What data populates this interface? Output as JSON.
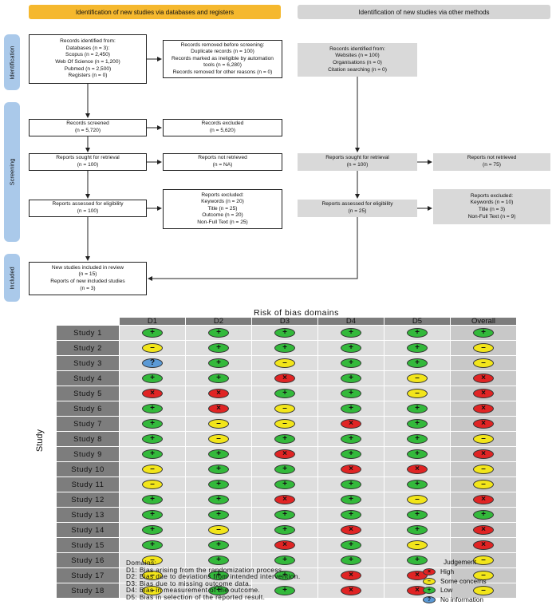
{
  "prisma": {
    "header_databases": "Identification of new studies via databases and registers",
    "header_other": "Identification of new studies via other methods",
    "side_identification": "Identification",
    "side_screening": "Screening",
    "side_included": "Included",
    "db_records": [
      "Records identified from:",
      "Databases (n = 3):",
      "Scopus (n = 2,450)",
      "Web Of Science (n = 1,200)",
      "Pubmed (n = 2,500)",
      "Registers (n = 0)"
    ],
    "removed": [
      "Records removed before screening:",
      "Duplicate records (n = 100)",
      "Records marked as ineligible by automation",
      "tools (n = 6,280)",
      "Records removed for other reasons (n = 0)"
    ],
    "screened": [
      "Records screened",
      "(n = 5,720)"
    ],
    "excluded": [
      "Records excluded",
      "(n = 5,620)"
    ],
    "sought": [
      "Reports sought for retrieval",
      "(n = 100)"
    ],
    "not_retrieved": [
      "Reports not retrieved",
      "(n = NA)"
    ],
    "assessed": [
      "Reports assessed for eligibility",
      "(n = 100)"
    ],
    "reports_excluded": [
      "Reports excluded:",
      "Keywords (n = 20)",
      "Title (n = 25)",
      "Outcome (n = 20)",
      "Non-Full Text (n = 25)"
    ],
    "included": [
      "New studies included in review",
      "(n = 15)",
      "Reports of new included studies",
      "(n = 3)"
    ],
    "other_records": [
      "Records identified from:",
      "Websites (n = 100)",
      "Organisations (n = 0)",
      "Citation searching (n = 0)"
    ],
    "other_sought": [
      "Reports sought for retrieval",
      "(n = 100)"
    ],
    "other_not_retrieved": [
      "Reports not retrieved",
      "(n = 75)"
    ],
    "other_assessed": [
      "Reports assessed for eligibility",
      "(n = 25)"
    ],
    "other_excluded": [
      "Reports excluded:",
      "Keywords (n = 10)",
      "Title (n = 3)",
      "Non-Full Text (n = 9)"
    ]
  },
  "rob": {
    "title": "Risk of bias domains",
    "y_label": "Study",
    "domains": [
      "D1",
      "D2",
      "D3",
      "D4",
      "D5",
      "Overall"
    ],
    "studies": [
      {
        "name": "Study 1",
        "j": [
          "low",
          "low",
          "low",
          "low",
          "low",
          "low"
        ]
      },
      {
        "name": "Study 2",
        "j": [
          "some",
          "low",
          "low",
          "low",
          "low",
          "some"
        ]
      },
      {
        "name": "Study 3",
        "j": [
          "noinfo",
          "low",
          "some",
          "low",
          "low",
          "some"
        ]
      },
      {
        "name": "Study 4",
        "j": [
          "low",
          "low",
          "high",
          "low",
          "some",
          "high"
        ]
      },
      {
        "name": "Study 5",
        "j": [
          "high",
          "high",
          "low",
          "low",
          "some",
          "high"
        ]
      },
      {
        "name": "Study 6",
        "j": [
          "low",
          "high",
          "some",
          "low",
          "low",
          "high"
        ]
      },
      {
        "name": "Study 7",
        "j": [
          "low",
          "some",
          "some",
          "high",
          "low",
          "high"
        ]
      },
      {
        "name": "Study 8",
        "j": [
          "low",
          "some",
          "low",
          "low",
          "low",
          "some"
        ]
      },
      {
        "name": "Study 9",
        "j": [
          "low",
          "low",
          "high",
          "low",
          "low",
          "high"
        ]
      },
      {
        "name": "Study 10",
        "j": [
          "some",
          "low",
          "low",
          "high",
          "high",
          "some"
        ]
      },
      {
        "name": "Study 11",
        "j": [
          "some",
          "low",
          "low",
          "low",
          "low",
          "some"
        ]
      },
      {
        "name": "Study 12",
        "j": [
          "low",
          "low",
          "high",
          "low",
          "some",
          "high"
        ]
      },
      {
        "name": "Study 13",
        "j": [
          "low",
          "low",
          "low",
          "low",
          "low",
          "low"
        ]
      },
      {
        "name": "Study 14",
        "j": [
          "low",
          "some",
          "low",
          "high",
          "low",
          "high"
        ]
      },
      {
        "name": "Study 15",
        "j": [
          "low",
          "low",
          "high",
          "low",
          "some",
          "high"
        ]
      },
      {
        "name": "Study 16",
        "j": [
          "some",
          "low",
          "low",
          "low",
          "low",
          "some"
        ]
      },
      {
        "name": "Study 17",
        "j": [
          "some",
          "low",
          "low",
          "high",
          "high",
          "some"
        ]
      },
      {
        "name": "Study 18",
        "j": [
          "some",
          "low",
          "low",
          "high",
          "high",
          "some"
        ]
      }
    ],
    "symbols": {
      "low": "+",
      "some": "–",
      "high": "×",
      "noinfo": "?"
    },
    "colors": {
      "low": "#33b93b",
      "some": "#f2e51a",
      "high": "#e02424",
      "noinfo": "#5b9ad6"
    },
    "domains_legend": [
      "Domains:",
      "D1: Bias arising from the randomization process.",
      "D2: Bias due to deviations from intended intervention.",
      "D3: Bias due to missing outcome data.",
      "D4: Bias in measurement of the outcome.",
      "D5: Bias in selection of the reported result."
    ],
    "judgement_title": "Judgement",
    "judgement": [
      {
        "key": "high",
        "label": "High"
      },
      {
        "key": "some",
        "label": "Some concerns"
      },
      {
        "key": "low",
        "label": "Low"
      },
      {
        "key": "noinfo",
        "label": "No information"
      }
    ]
  }
}
